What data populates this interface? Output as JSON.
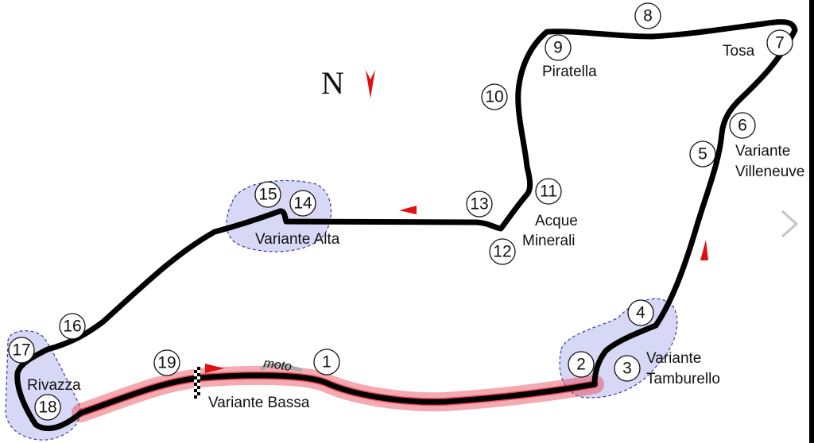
{
  "compass": {
    "label": "N"
  },
  "colors": {
    "track": "#000000",
    "highlight": "#e8404f",
    "zone_fill": "#c9cbf2",
    "zone_stroke": "#3a3ea0",
    "direction": "#e01010"
  },
  "turns": [
    {
      "id": 1,
      "label": "1"
    },
    {
      "id": 2,
      "label": "2"
    },
    {
      "id": 3,
      "label": "3"
    },
    {
      "id": 4,
      "label": "4"
    },
    {
      "id": 5,
      "label": "5"
    },
    {
      "id": 6,
      "label": "6"
    },
    {
      "id": 7,
      "label": "7"
    },
    {
      "id": 8,
      "label": "8"
    },
    {
      "id": 9,
      "label": "9"
    },
    {
      "id": 10,
      "label": "10"
    },
    {
      "id": 11,
      "label": "11"
    },
    {
      "id": 12,
      "label": "12"
    },
    {
      "id": 13,
      "label": "13"
    },
    {
      "id": 14,
      "label": "14"
    },
    {
      "id": 15,
      "label": "15"
    },
    {
      "id": 16,
      "label": "16"
    },
    {
      "id": 17,
      "label": "17"
    },
    {
      "id": 18,
      "label": "18"
    },
    {
      "id": 19,
      "label": "19"
    }
  ],
  "corner_names": {
    "tosa": "Tosa",
    "piratella": "Piratella",
    "variante_villeneuve_1": "Variante",
    "variante_villeneuve_2": "Villeneuve",
    "acque_minerali_1": "Acque",
    "acque_minerali_2": "Minerali",
    "variante_alta": "Variante Alta",
    "variante_tamburello_1": "Variante",
    "variante_tamburello_2": "Tamburello",
    "rivazza": "Rivazza",
    "variante_bassa": "Variante Bassa",
    "moto": "moto"
  },
  "navigation": {
    "next_icon": "chevron-right-icon"
  }
}
